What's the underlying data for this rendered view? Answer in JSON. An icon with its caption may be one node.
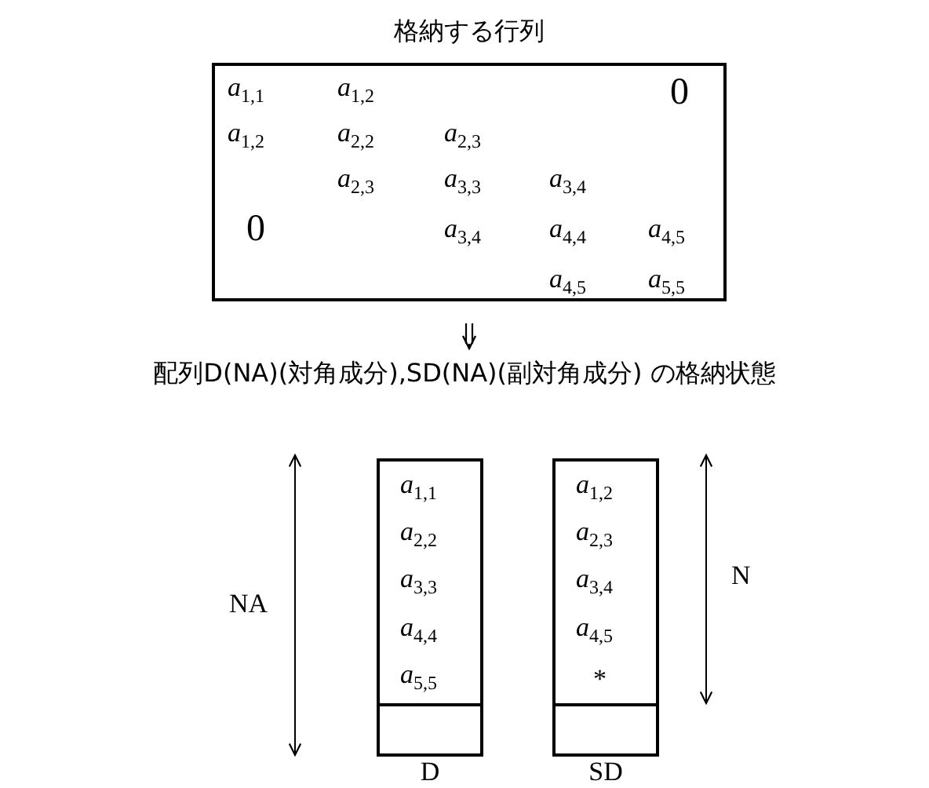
{
  "diagram": {
    "nodes": [
      {
        "text": [
          "格納する行列",
          "*a*$_{1,1}$",
          "*a*$_{1,2}$",
          "0",
          "*a*$_{1,2}$",
          "*a*$_{2,2}$",
          "*a*$_{2,3}$",
          "*a*$_{2,3}$",
          "*a*$_{3,3}$",
          "*a*$_{3,4}$",
          "0",
          "*a*$_{3,4}$",
          "*a*$_{4,4}$",
          "*a*$_{4,5}$",
          "*a*$_{4,5}$",
          "*a*$_{5,5}$"
        ]
      },
      {
        "text": [
          "配列D(NA)(対角成分),SD(NA)(副対角成分) の格納状態"
        ]
      },
      {
        "text": [
          "*a*$_{1,1}$",
          "*a*$_{2,2}$",
          "*a*$_{3,3}$",
          "*a*$_{4,4}$",
          "*a*$_{5,5}$"
        ],
        "beside": [
          "D"
        ]
      },
      {
        "text": [
          "*a*$_{1,2}$",
          "*a*$_{2,3}$",
          "*a*$_{3,4}$",
          "*a*$_{4,5}$",
          "*"
        ],
        "beside": [
          "SD"
        ]
      }
    ],
    "edges": [
      {
        "from": 0,
        "to": 1,
        "arrow": "to"
      }
    ],
    "labels": [
      "NA",
      "N"
    ]
  }
}
